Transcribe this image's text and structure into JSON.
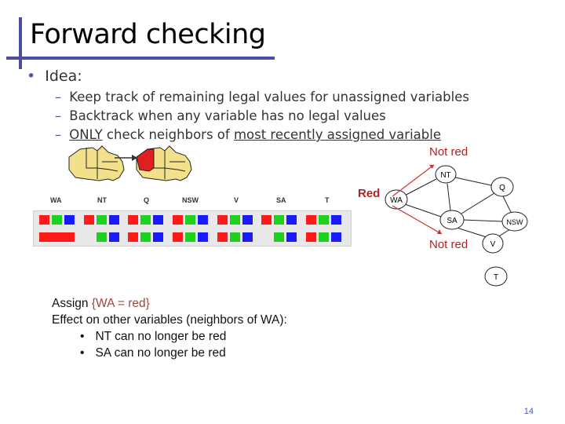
{
  "slide": {
    "title": "Forward checking",
    "bullet_label": "Idea:",
    "bullet_symbol": "•",
    "dash": "–",
    "sub1": "Keep track of remaining legal values for unassigned variables",
    "sub2": "Backtrack when any variable has no legal values",
    "sub3_a": "ONLY",
    "sub3_b": " check neighbors of ",
    "sub3_c": "most recently assigned variable",
    "page_number": "14"
  },
  "labels": {
    "not_red_top": "Not red",
    "red": "Red",
    "not_red_bottom": "Not red"
  },
  "grid": {
    "headers": [
      "WA",
      "NT",
      "Q",
      "NSW",
      "V",
      "SA",
      "T"
    ],
    "colors": {
      "red": "#ff1a1a",
      "green": "#1fd11f",
      "blue": "#1a1aff"
    }
  },
  "graph": {
    "nodes": [
      "NT",
      "Q",
      "WA",
      "SA",
      "NSW",
      "V",
      "T"
    ]
  },
  "assignment": {
    "line1_prefix": "Assign ",
    "line1_highlight": "{WA = red}",
    "line2": "Effect on other variables (neighbors of WA):",
    "bullet": "•",
    "item1": "NT can no longer be red",
    "item2": "SA can no longer be red"
  }
}
